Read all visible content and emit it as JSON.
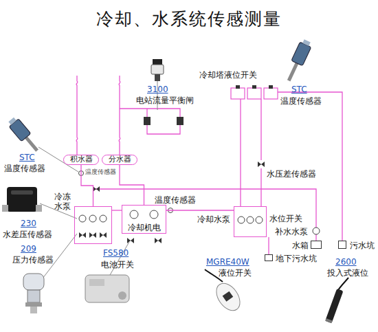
{
  "diagram": {
    "title": "冷却、水系统传感测量",
    "nodes": [
      {
        "text": [
          "积水器"
        ]
      },
      {
        "text": [
          "分水器"
        ]
      },
      {
        "text": [
          "冷冻水泵"
        ]
      },
      {
        "text": [
          "冷却机电"
        ]
      },
      {
        "text": [
          "冷却水泵"
        ]
      },
      {
        "text": [
          "水箱"
        ]
      },
      {
        "text": [
          "地下污水坑"
        ]
      },
      {
        "text": [
          "污水坑"
        ]
      }
    ],
    "edges": [
      {
        "from": 0,
        "to": 2,
        "arrow": "none"
      },
      {
        "from": 2,
        "to": 3,
        "arrow": "none"
      },
      {
        "from": 3,
        "to": 1,
        "arrow": "none"
      },
      {
        "from": 3,
        "to": 4,
        "arrow": "none"
      }
    ],
    "labels": [
      "冷却塔液位开关",
      "3100",
      "STC",
      "电站流量平衡闸",
      "温度传感器",
      "STC",
      "温度传感器",
      "温度传感器",
      "水压差传感器",
      "温度传感器",
      "水位开关",
      "230",
      "补水水泵",
      "水差压传感器",
      "209",
      "FS580",
      "MGRE40W",
      "2600",
      "压力传感器",
      "电池开关",
      "液位开关",
      "投入式液位"
    ]
  }
}
